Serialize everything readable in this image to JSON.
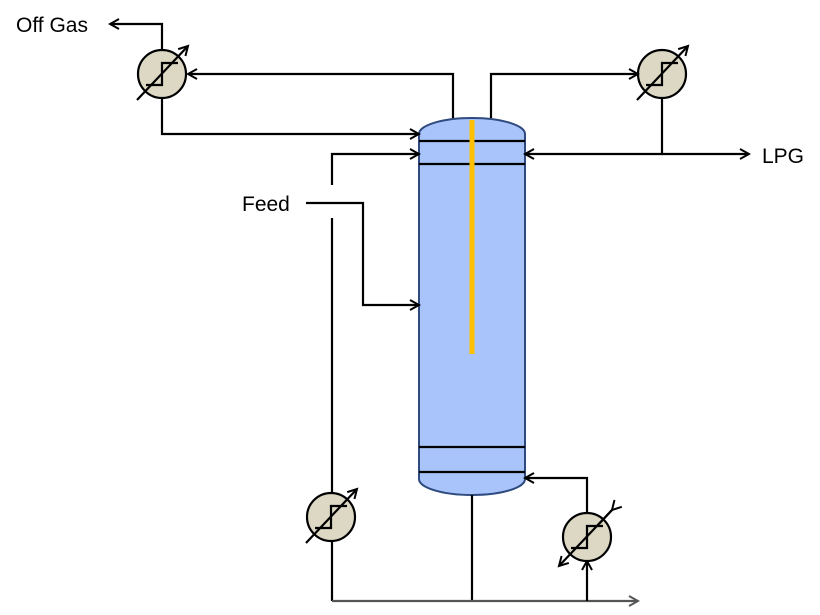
{
  "labels": {
    "off_gas": "Off Gas",
    "lpg": "LPG",
    "feed": "Feed"
  },
  "colors": {
    "column_fill": "#a8c4fa",
    "column_stroke": "#2e4a7f",
    "thermowell": "#ffc000",
    "exchanger_fill": "#ddd8c4",
    "exchanger_stroke": "#000000",
    "line": "#000000"
  },
  "exchangers": [
    {
      "id": "off-gas-condenser",
      "icon": "heat-exchanger-icon"
    },
    {
      "id": "overhead-condenser",
      "icon": "heat-exchanger-icon"
    },
    {
      "id": "feed-preheater",
      "icon": "heat-exchanger-icon"
    },
    {
      "id": "reboiler",
      "icon": "heat-exchanger-icon"
    }
  ]
}
